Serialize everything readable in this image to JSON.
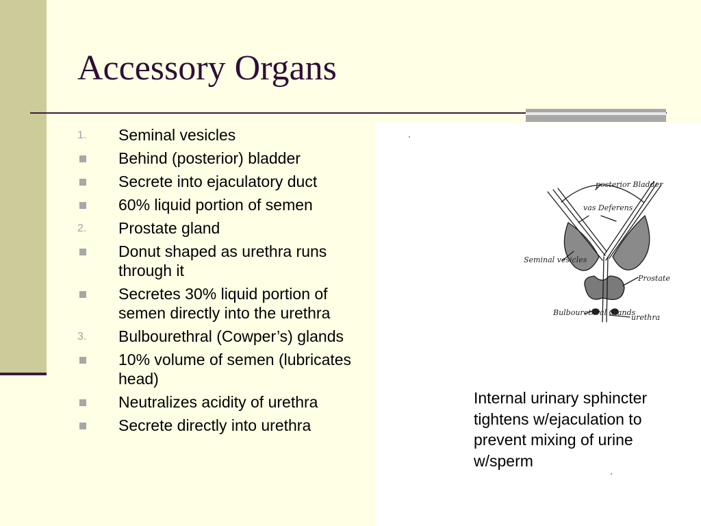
{
  "slide": {
    "title": "Accessory Organs",
    "bullets": [
      {
        "type": "number",
        "marker": "1.",
        "text": "Seminal vesicles"
      },
      {
        "type": "square",
        "text": "Behind (posterior) bladder"
      },
      {
        "type": "square",
        "text": "Secrete into ejaculatory duct"
      },
      {
        "type": "square",
        "text": "60% liquid portion of semen"
      },
      {
        "type": "number",
        "marker": "2.",
        "text": "Prostate gland"
      },
      {
        "type": "square",
        "text": "Donut shaped as urethra runs through it"
      },
      {
        "type": "square",
        "text": "Secretes 30% liquid portion of semen directly into the urethra"
      },
      {
        "type": "number",
        "marker": "3.",
        "text": "Bulbourethral (Cowper’s) glands"
      },
      {
        "type": "square",
        "text": "10% volume of semen (lubricates head)"
      },
      {
        "type": "square",
        "text": "Neutralizes acidity of urethra"
      },
      {
        "type": "square",
        "text": "Secrete directly into urethra"
      }
    ],
    "caption": "Internal urinary sphincter\n tightens w/ejaculation to\nprevent mixing of urine\nw/sperm"
  },
  "diagram": {
    "labels": {
      "bladder": "posterior Bladder",
      "vas": "vas Deferens",
      "seminal": "Seminal vesicles",
      "prostate": "Prostate",
      "bulbo": "Bulbourethral Glands",
      "urethra": "urethra"
    }
  },
  "colors": {
    "background": "#FFFFE6",
    "left_bar": "#CCCC9A",
    "title": "#2E0F36",
    "rule": "#3B1B3E",
    "bullet_marker": "#A7A7A7"
  }
}
